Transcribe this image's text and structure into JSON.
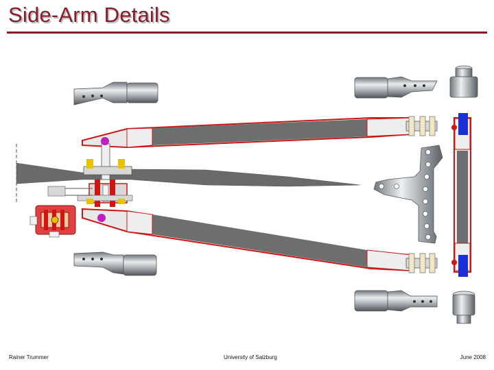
{
  "slide": {
    "title": "Side-Arm Details"
  },
  "footer": {
    "author": "Rainer Trummer",
    "institution": "University of Salzburg",
    "date": "June 2008"
  },
  "colors": {
    "title": "#8b1a2b",
    "rod": "#6e6e6e",
    "frame_outline": "#d01515",
    "mount_part": "#c8c8c8",
    "highlight_magenta": "#c020c0",
    "highlight_yellow": "#e6c200",
    "highlight_blue": "#1a2fd6",
    "chrome": "#a8adb3"
  },
  "icons": [
    "rod-end-photo",
    "bushing-photo",
    "bracket-photo",
    "pivot-joint"
  ]
}
